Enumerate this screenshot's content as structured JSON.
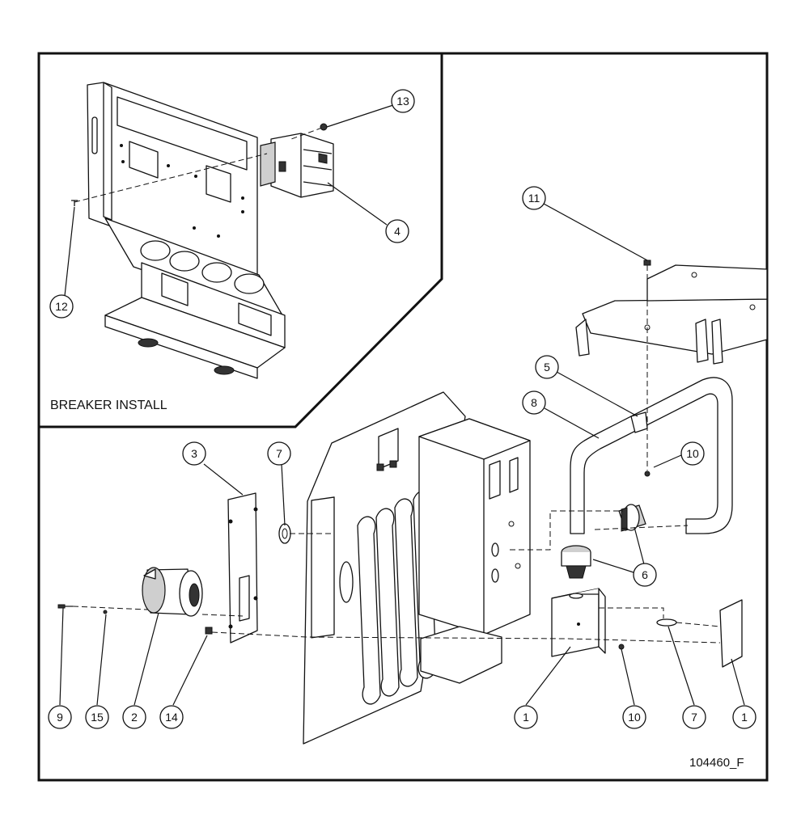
{
  "inset_title": "BREAKER INSTALL",
  "drawing_number": "104460_F",
  "callouts": {
    "c13": "13",
    "c4": "4",
    "c12": "12",
    "c11": "11",
    "c5": "5",
    "c8": "8",
    "c10a": "10",
    "c3": "3",
    "c7a": "7",
    "c6": "6",
    "c9": "9",
    "c15": "15",
    "c2": "2",
    "c14": "14",
    "c1a": "1",
    "c10b": "10",
    "c7b": "7",
    "c1b": "1"
  }
}
